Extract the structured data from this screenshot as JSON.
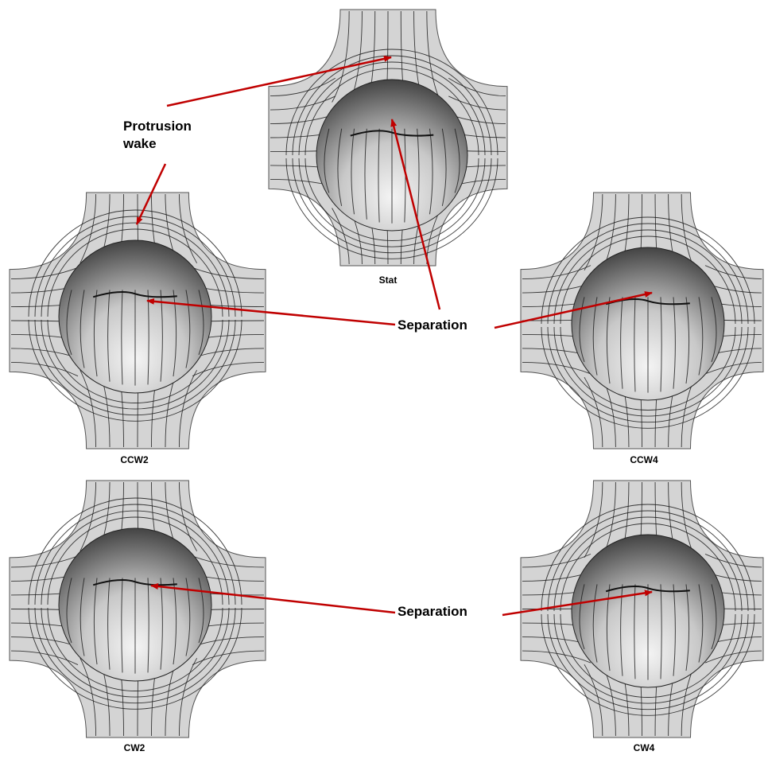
{
  "panels": [
    {
      "id": "stat",
      "label": "Stat"
    },
    {
      "id": "ccw2",
      "label": "CCW2"
    },
    {
      "id": "ccw4",
      "label": "CCW4"
    },
    {
      "id": "cw2",
      "label": "CW2"
    },
    {
      "id": "cw4",
      "label": "CW4"
    }
  ],
  "annotations": {
    "protrusion_line1": "Protrusion",
    "protrusion_line2": "wake",
    "separation_top": "Separation",
    "separation_bottom": "Separation"
  },
  "colors": {
    "arrow": "#c00000",
    "domain_fill": "#d4d4d4",
    "streamline": "#1a1a1a",
    "sphere_light": "#f4f4f4",
    "sphere_dark": "#3a3a3a"
  }
}
